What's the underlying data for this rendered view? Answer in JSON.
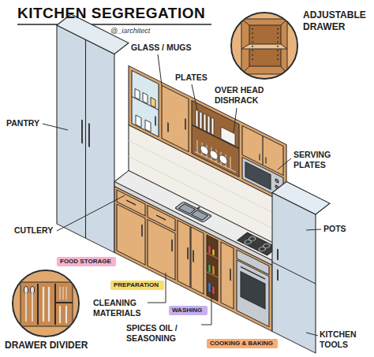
{
  "diagram": {
    "title": "KITCHEN SEGREGATION",
    "nodes": [
      {
        "text": [
          "FOOD STORAGE"
        ]
      },
      {
        "text": [
          "PREPARATION"
        ]
      },
      {
        "text": [
          "WASHING"
        ]
      },
      {
        "text": [
          "COOKING & BAKING"
        ]
      }
    ],
    "labels": [
      "@_iarchitect",
      "ADJUSTABLE DRAWER",
      "GLASS / MUGS",
      "PLATES",
      "OVER HEAD DISHRACK",
      "SERVING PLATES",
      "PANTRY",
      "POTS",
      "CUTLERY",
      "CLEANING MATERIALS",
      "SPICES OIL / SEASONING",
      "KITCHEN TOOLS",
      "DRAWER DIVIDER"
    ]
  }
}
